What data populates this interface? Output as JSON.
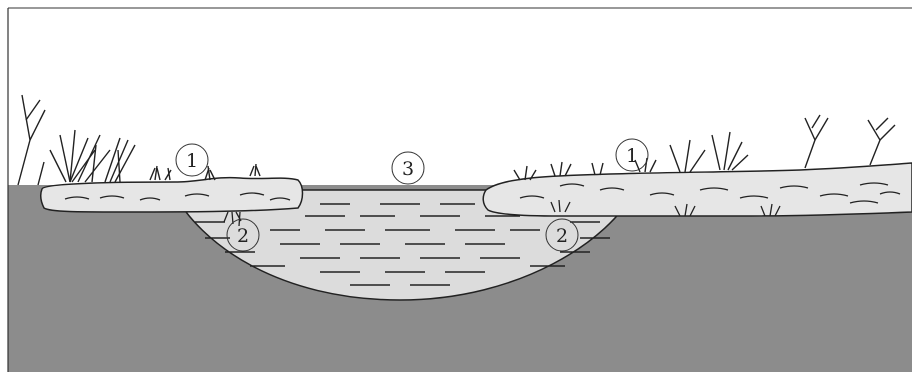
{
  "diagram": {
    "labels": [
      {
        "id": "mat-left",
        "text": "1"
      },
      {
        "id": "mat-right",
        "text": "1"
      },
      {
        "id": "under-left",
        "text": "2"
      },
      {
        "id": "under-right",
        "text": "2"
      },
      {
        "id": "open-water",
        "text": "3"
      }
    ],
    "colors": {
      "ground": "#8c8c8c",
      "mat": "#e6e6e6",
      "water": "#dcdcdc",
      "line": "#333333",
      "sky": "#ffffff"
    }
  }
}
